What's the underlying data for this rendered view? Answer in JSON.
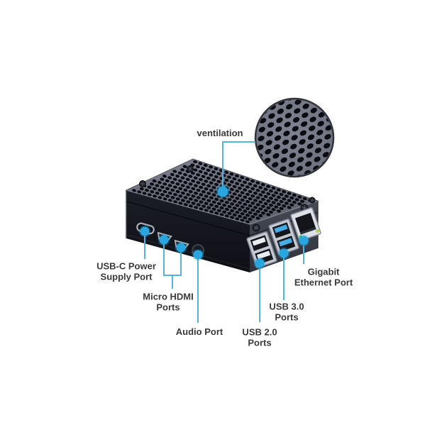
{
  "page": {
    "background": "#ffffff"
  },
  "colors": {
    "accent_dot": "#29A5DF",
    "callout_line": "#4FB5E7",
    "label_text": "#3A3A3C",
    "case_top": "#6E7280",
    "case_front": "#14161D",
    "case_side": "#3A3E48",
    "hole": "#0A0B10",
    "magnifier_fill": "#767A87",
    "usb3_tab_blue": "#45ACE6",
    "ethernet_led_green": "#3EC24F"
  },
  "callouts": {
    "ventilation": {
      "text": "ventilation"
    },
    "usb_c_power": {
      "line1": "USB-C Power",
      "line2": "Supply Port"
    },
    "micro_hdmi": {
      "line1": "Micro HDMI",
      "line2": "Ports"
    },
    "audio": {
      "text": "Audio Port"
    },
    "usb_2_0": {
      "line1": "USB 2.0",
      "line2": "Ports"
    },
    "usb_3_0": {
      "line1": "USB 3.0",
      "line2": "Ports"
    },
    "gigabit_ethernet": {
      "line1": "Gigabit",
      "line2": "Ethernet Port"
    }
  },
  "device": {
    "feature": "perforated-ventilation-top",
    "ports": [
      "usb-c-power",
      "micro-hdmi-1",
      "micro-hdmi-2",
      "audio-jack",
      "usb-2.0-x2",
      "usb-3.0-x2",
      "gigabit-ethernet"
    ]
  }
}
